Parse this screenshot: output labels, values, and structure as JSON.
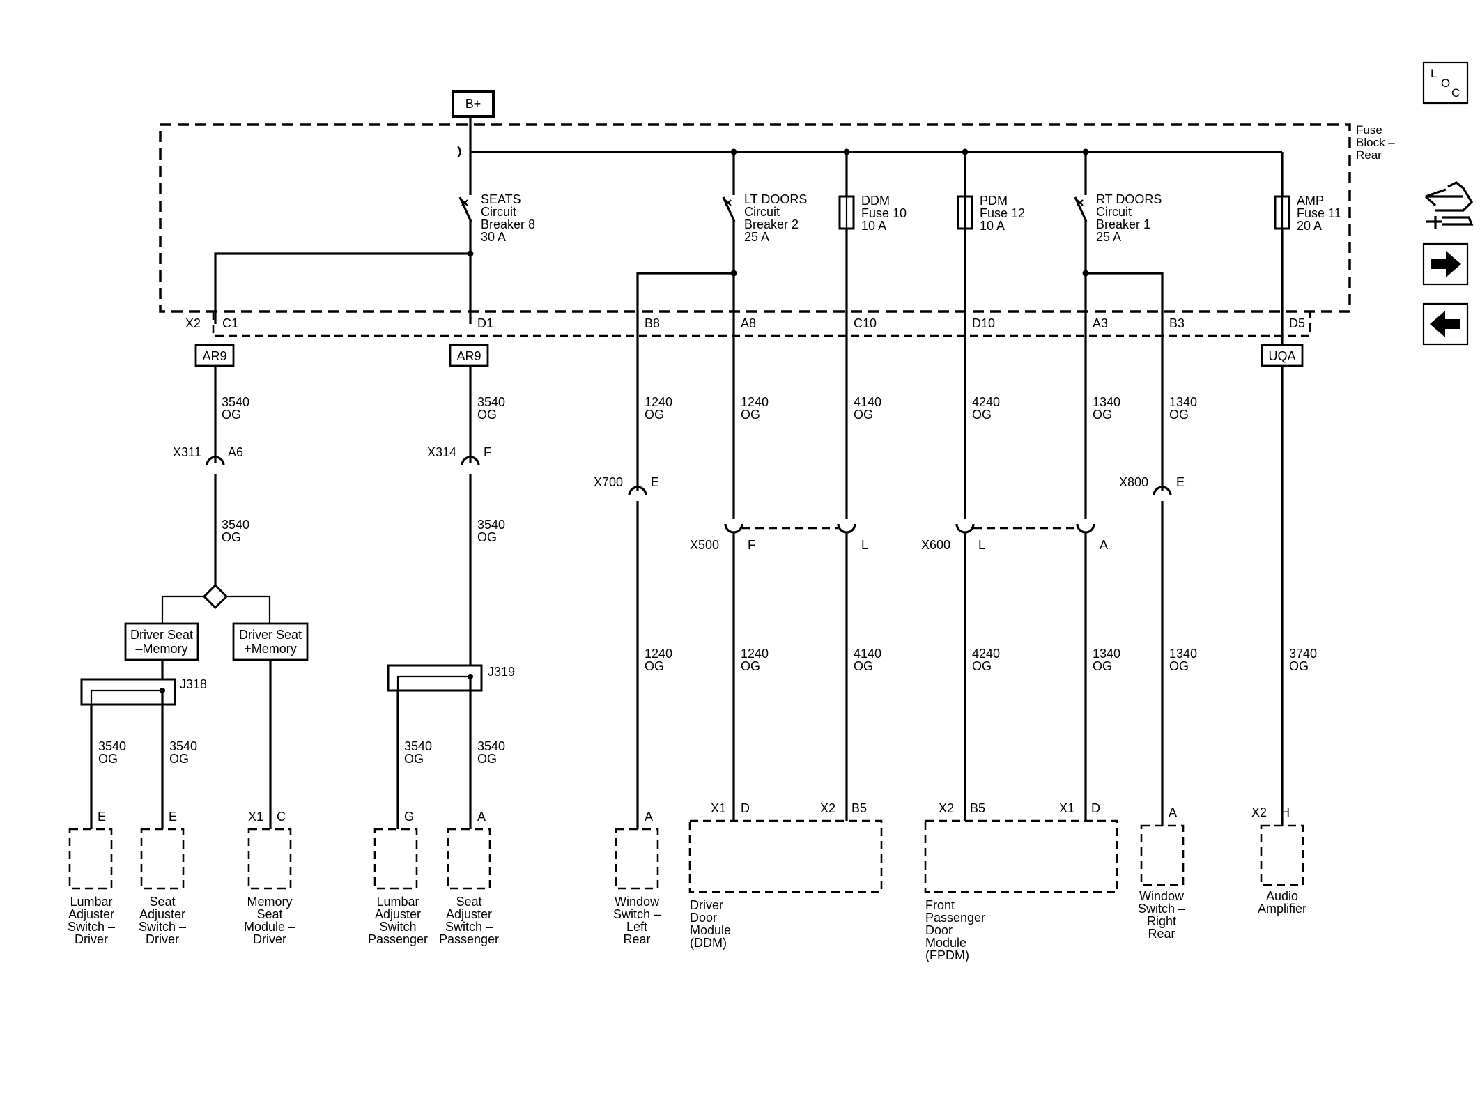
{
  "power": {
    "label": "B+"
  },
  "fuse_block": {
    "label_lines": [
      "Fuse",
      "Block –",
      "Rear"
    ]
  },
  "nav": {
    "loc": {
      "l": "L",
      "o": "O",
      "c": "C"
    }
  },
  "circuits": [
    {
      "lines": [
        "SEATS",
        "Circuit",
        "Breaker 8",
        "30 A"
      ]
    },
    {
      "lines": [
        "LT DOORS",
        "Circuit",
        "Breaker 2",
        "25 A"
      ]
    },
    {
      "lines": [
        "DDM",
        "Fuse 10",
        "10 A"
      ]
    },
    {
      "lines": [
        "PDM",
        "Fuse 12",
        "10 A"
      ]
    },
    {
      "lines": [
        "RT DOORS",
        "Circuit",
        "Breaker 1",
        "25 A"
      ]
    },
    {
      "lines": [
        "AMP",
        "Fuse 11",
        "20 A"
      ]
    }
  ],
  "block_pins": [
    "X2",
    "C1",
    "D1",
    "B8",
    "A8",
    "C10",
    "D10",
    "A3",
    "B3",
    "D5"
  ],
  "splices": [
    "AR9",
    "AR9",
    "UQA"
  ],
  "wires": [
    {
      "circuit": "3540",
      "color": "OG"
    },
    {
      "circuit": "3540",
      "color": "OG"
    },
    {
      "circuit": "1240",
      "color": "OG"
    },
    {
      "circuit": "1240",
      "color": "OG"
    },
    {
      "circuit": "4140",
      "color": "OG"
    },
    {
      "circuit": "4240",
      "color": "OG"
    },
    {
      "circuit": "1340",
      "color": "OG"
    },
    {
      "circuit": "1340",
      "color": "OG"
    },
    {
      "circuit": "3540",
      "color": "OG"
    },
    {
      "circuit": "3540",
      "color": "OG"
    },
    {
      "circuit": "1240",
      "color": "OG"
    },
    {
      "circuit": "1240",
      "color": "OG"
    },
    {
      "circuit": "4140",
      "color": "OG"
    },
    {
      "circuit": "4240",
      "color": "OG"
    },
    {
      "circuit": "1340",
      "color": "OG"
    },
    {
      "circuit": "1340",
      "color": "OG"
    },
    {
      "circuit": "3740",
      "color": "OG"
    },
    {
      "circuit": "3540",
      "color": "OG"
    },
    {
      "circuit": "3540",
      "color": "OG"
    },
    {
      "circuit": "3540",
      "color": "OG"
    },
    {
      "circuit": "3540",
      "color": "OG"
    }
  ],
  "inline_connectors": [
    {
      "name": "X311",
      "pin": "A6"
    },
    {
      "name": "X314",
      "pin": "F"
    },
    {
      "name": "X700",
      "pin": "E"
    },
    {
      "name": "X500",
      "pin": "F"
    },
    {
      "name": "X500_pin2",
      "pin": "L"
    },
    {
      "name": "X600",
      "pin": "L"
    },
    {
      "name": "X600_pin2",
      "pin": "A"
    },
    {
      "name": "X800",
      "pin": "E"
    }
  ],
  "options": [
    {
      "lines": [
        "Driver Seat",
        "–Memory"
      ]
    },
    {
      "lines": [
        "Driver Seat",
        "+Memory"
      ]
    }
  ],
  "junctions": [
    "J318",
    "J319"
  ],
  "component_pins": [
    {
      "conn": "",
      "pin": "E"
    },
    {
      "conn": "",
      "pin": "E"
    },
    {
      "conn": "X1",
      "pin": "C"
    },
    {
      "conn": "",
      "pin": "G"
    },
    {
      "conn": "",
      "pin": "A"
    },
    {
      "conn": "",
      "pin": "A"
    },
    {
      "conn": "X1",
      "pin": "D"
    },
    {
      "conn": "X2",
      "pin": "B5"
    },
    {
      "conn": "X2",
      "pin": "B5"
    },
    {
      "conn": "X1",
      "pin": "D"
    },
    {
      "conn": "",
      "pin": "A"
    },
    {
      "conn": "X2",
      "pin": "H"
    }
  ],
  "components": [
    {
      "lines": [
        "Lumbar",
        "Adjuster",
        "Switch –",
        "Driver"
      ]
    },
    {
      "lines": [
        "Seat",
        "Adjuster",
        "Switch –",
        "Driver"
      ]
    },
    {
      "lines": [
        "Memory",
        "Seat",
        "Module –",
        "Driver"
      ]
    },
    {
      "lines": [
        "Lumbar",
        "Adjuster",
        "Switch",
        "Passenger"
      ]
    },
    {
      "lines": [
        "Seat",
        "Adjuster",
        "Switch –",
        "Passenger"
      ]
    },
    {
      "lines": [
        "Window",
        "Switch –",
        "Left",
        "Rear"
      ]
    },
    {
      "lines": [
        "Driver",
        "Door",
        "Module",
        "(DDM)"
      ]
    },
    {
      "lines": [
        "Front",
        "Passenger",
        "Door",
        "Module",
        "(FPDM)"
      ]
    },
    {
      "lines": [
        "Window",
        "Switch –",
        "Right",
        "Rear"
      ]
    },
    {
      "lines": [
        "Audio",
        "Amplifier"
      ]
    }
  ]
}
